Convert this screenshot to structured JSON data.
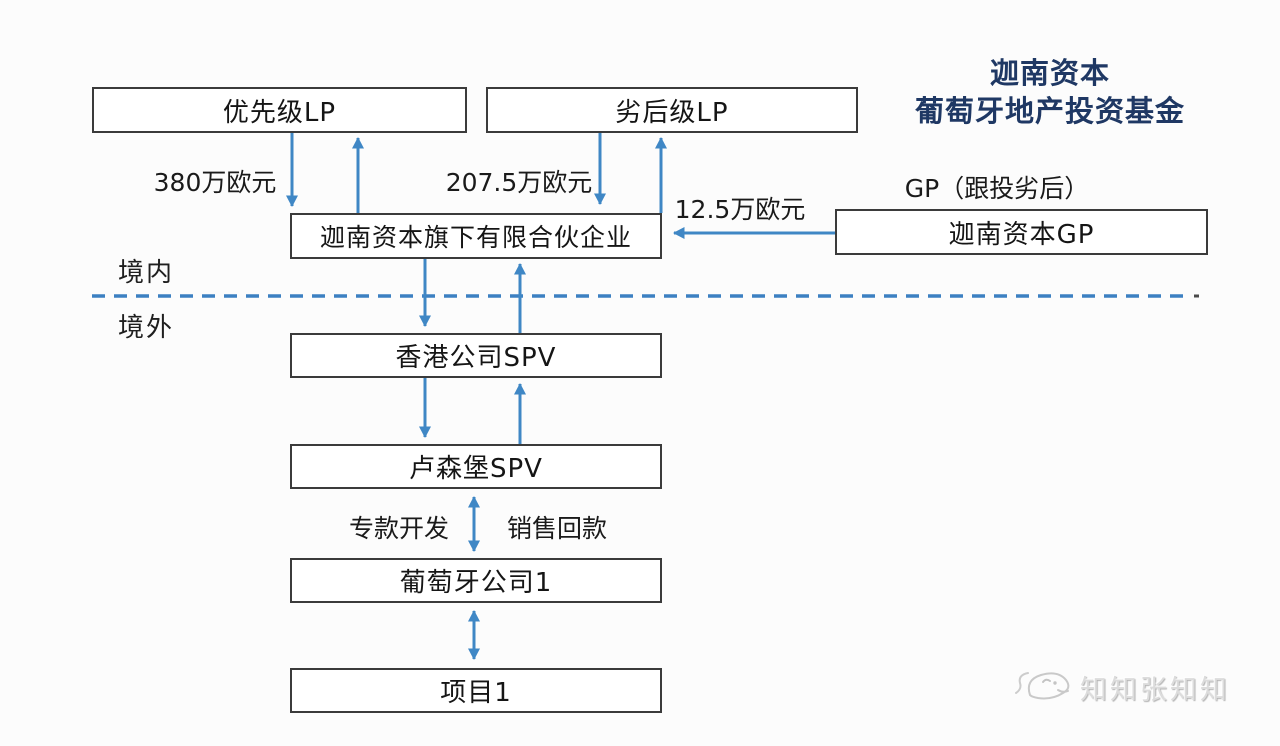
{
  "title": {
    "line1": "迦南资本",
    "line2": "葡萄牙地产投资基金"
  },
  "regions": {
    "onshore_label": "境内",
    "offshore_label": "境外"
  },
  "nodes": {
    "senior_lp": "优先级LP",
    "junior_lp": "劣后级LP",
    "partnership": "迦南资本旗下有限合伙企业",
    "gp": "迦南资本GP",
    "gp_note": "GP（跟投劣后）",
    "hk_spv": "香港公司SPV",
    "lux_spv": "卢森堡SPV",
    "pt_company": "葡萄牙公司1",
    "project": "项目1"
  },
  "flow_labels": {
    "senior_contribution": "380万欧元",
    "junior_contribution": "207.5万欧元",
    "gp_contribution": "12.5万欧元",
    "development": "专款开发",
    "sales_proceeds": "销售回款"
  },
  "watermark": {
    "text": "知知张知知",
    "icon": "whale-logo-icon"
  },
  "colors": {
    "arrow_blue": "#3f87c5",
    "dashed_divider_blue": "#3c80c2",
    "box_border": "#3b3b3b",
    "title_navy": "#1f3864",
    "watermark_gray": "#dcdcdc"
  }
}
